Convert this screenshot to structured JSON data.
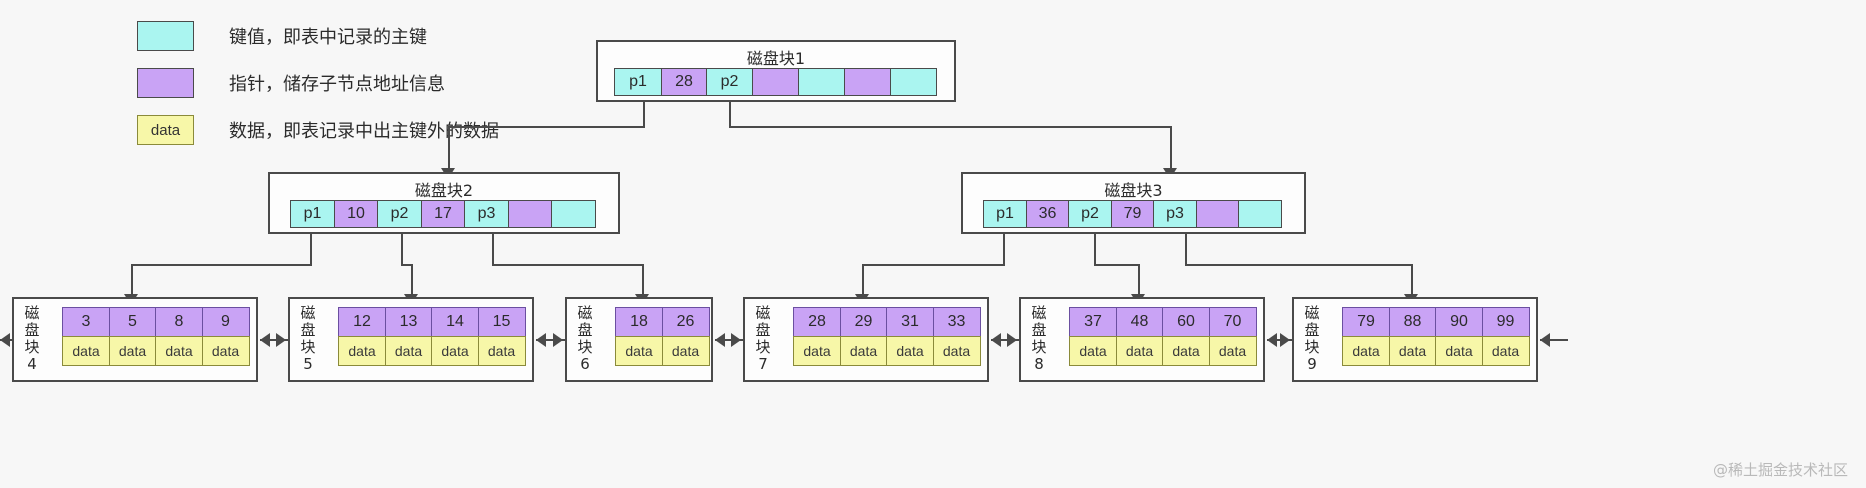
{
  "legend": {
    "items": [
      {
        "swatch": "key-color-swatch",
        "text": "键值，即表中记录的主键",
        "label": ""
      },
      {
        "swatch": "pointer-color-swatch",
        "text": "指针，储存子节点地址信息",
        "label": ""
      },
      {
        "swatch": "data-color-swatch",
        "text": "数据，即表记录中出主键外的数据",
        "label": "data"
      }
    ]
  },
  "colors": {
    "key": "#aaf5f0",
    "pointer": "#c9a3f5",
    "data": "#f7f7a8",
    "border": "#4a4a4a",
    "background": "#f7f7f7"
  },
  "root": {
    "title": "磁盘块1",
    "cells": [
      {
        "text": "p1",
        "type": "key"
      },
      {
        "text": "28",
        "type": "ptr"
      },
      {
        "text": "p2",
        "type": "key"
      },
      {
        "text": "",
        "type": "ptr"
      },
      {
        "text": "",
        "type": "key"
      },
      {
        "text": "",
        "type": "ptr"
      },
      {
        "text": "",
        "type": "key"
      }
    ]
  },
  "internal": [
    {
      "title": "磁盘块2",
      "cells": [
        {
          "text": "p1",
          "type": "key"
        },
        {
          "text": "10",
          "type": "ptr"
        },
        {
          "text": "p2",
          "type": "key"
        },
        {
          "text": "17",
          "type": "ptr"
        },
        {
          "text": "p3",
          "type": "key"
        },
        {
          "text": "",
          "type": "ptr"
        },
        {
          "text": "",
          "type": "key"
        }
      ]
    },
    {
      "title": "磁盘块3",
      "cells": [
        {
          "text": "p1",
          "type": "key"
        },
        {
          "text": "36",
          "type": "ptr"
        },
        {
          "text": "p2",
          "type": "key"
        },
        {
          "text": "79",
          "type": "ptr"
        },
        {
          "text": "p3",
          "type": "key"
        },
        {
          "text": "",
          "type": "ptr"
        },
        {
          "text": "",
          "type": "key"
        }
      ]
    }
  ],
  "leaves": [
    {
      "label": "磁盘块4",
      "keys": [
        "3",
        "5",
        "8",
        "9"
      ],
      "data": [
        "data",
        "data",
        "data",
        "data"
      ]
    },
    {
      "label": "磁盘块5",
      "keys": [
        "12",
        "13",
        "14",
        "15"
      ],
      "data": [
        "data",
        "data",
        "data",
        "data"
      ]
    },
    {
      "label": "磁盘块6",
      "keys": [
        "18",
        "26"
      ],
      "data": [
        "data",
        "data"
      ]
    },
    {
      "label": "磁盘块7",
      "keys": [
        "28",
        "29",
        "31",
        "33"
      ],
      "data": [
        "data",
        "data",
        "data",
        "data"
      ]
    },
    {
      "label": "磁盘块8",
      "keys": [
        "37",
        "48",
        "60",
        "70"
      ],
      "data": [
        "data",
        "data",
        "data",
        "data"
      ]
    },
    {
      "label": "磁盘块9",
      "keys": [
        "79",
        "88",
        "90",
        "99"
      ],
      "data": [
        "data",
        "data",
        "data",
        "data"
      ]
    }
  ],
  "watermark": "@稀土掘金技术社区"
}
